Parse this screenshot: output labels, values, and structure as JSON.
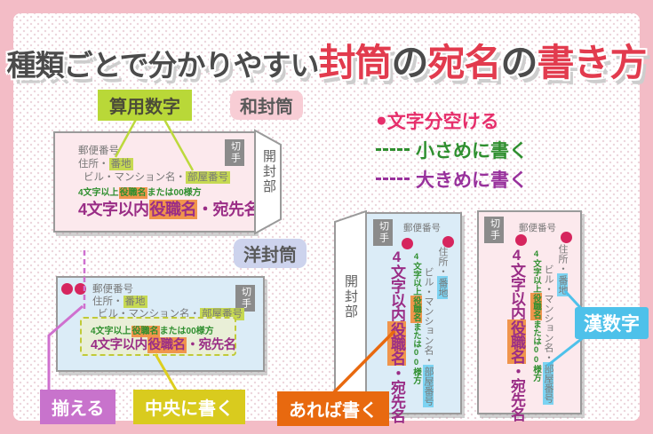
{
  "title": {
    "parts": [
      {
        "text": "種類ごとで分かりやすい",
        "color": "#4b4b4b"
      },
      {
        "text": "封筒",
        "color": "#e23b4e"
      },
      {
        "text": "の",
        "color": "#4b4b4b"
      },
      {
        "text": "宛名",
        "color": "#e23b4e"
      },
      {
        "text": "の",
        "color": "#4b4b4b"
      },
      {
        "text": "書き方",
        "color": "#e23b4e"
      }
    ]
  },
  "tags": {
    "arabic_numerals": "算用数字",
    "japanese_envelope": "和封筒",
    "western_envelope": "洋封筒",
    "kanji_numerals": "漢数字"
  },
  "callouts": {
    "align": "揃える",
    "write_center": "中央に書く",
    "write_if_any": "あれば書く"
  },
  "legend": {
    "space_one_char": {
      "marker": "●",
      "label": "文字分空ける",
      "color": "#e62e6b"
    },
    "write_smaller": {
      "label": "小さめに書く",
      "color": "#2f8f2f"
    },
    "write_larger": {
      "label": "大きめに書く",
      "color": "#98319c"
    }
  },
  "fields": {
    "postal_code": "郵便番号",
    "address": "住所",
    "middot": "・",
    "block_number": "番地",
    "building_name": "ビル・マンション名",
    "room_number": "部屋番号",
    "over4_prefix": "4文字以上",
    "job_title": "役職名",
    "over4_suffix": "または00様方",
    "within4_prefix": "4文字以内",
    "addressee_suffix": "・宛先名",
    "stamp": "切手",
    "opening_section": "開封部"
  },
  "colors": {
    "accent_red": "#e23b4e",
    "lime": "#b9d838",
    "pink_tag": "#f8cdd5",
    "lavender_tag": "#cdd3ed",
    "cyan": "#4ec1ea",
    "purple_callout": "#c873cc",
    "yellow_callout": "#d9cb1e",
    "orange_callout": "#e8690f",
    "envelope_pink": "#fce9ed",
    "envelope_blue": "#dbecf7",
    "lime_highlight": "#c6d952",
    "cyan_highlight": "#7cd3f2",
    "orange_highlight": "#f0954c"
  }
}
